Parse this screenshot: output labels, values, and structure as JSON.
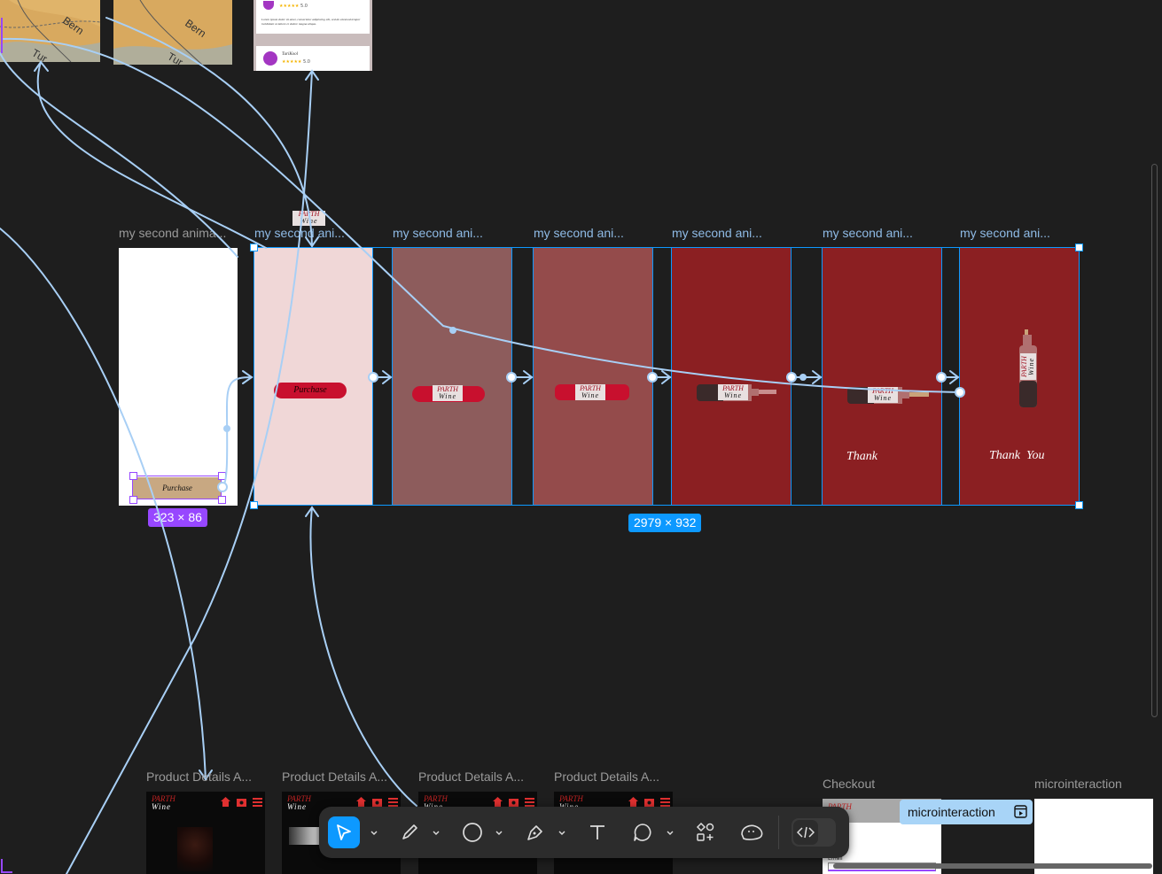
{
  "canvas": {
    "top_thumb": {
      "reviewer_name": "TuriKool",
      "rating": "5.0",
      "rating_top": "5.0",
      "review_text": "Lorem ipsum dolor sit amet, consectetur adipiscing elit, sed do eiusmod tempor incididunt ut labore et dolore magna aliqua."
    },
    "map_labels": [
      "Bern",
      "Bern",
      "Tur",
      "Tur"
    ],
    "floating_label": {
      "line1": "PARTH",
      "line2": "Wine"
    },
    "frames": [
      {
        "label": "my second anima..."
      },
      {
        "label": "my second ani..."
      },
      {
        "label": "my second ani..."
      },
      {
        "label": "my second ani..."
      },
      {
        "label": "my second ani..."
      },
      {
        "label": "my second ani..."
      },
      {
        "label": "my second ani..."
      }
    ],
    "purchase_label": "Purchase",
    "wine_brand": {
      "line1": "PARTH",
      "line2": "Wine"
    },
    "thank_partial": "Thank",
    "thank_full": "Thank  You",
    "size_badge_small": "323 × 86",
    "size_badge_large": "2979 × 932",
    "bottom_frames": [
      {
        "label": "Product Details A..."
      },
      {
        "label": "Product Details A..."
      },
      {
        "label": "Product Details A..."
      },
      {
        "label": "Product Details A..."
      }
    ],
    "checkout_label": "Checkout",
    "checkout_field": "Email",
    "microinteraction_label": "microinteraction",
    "prototype_chip": "microinteraction"
  },
  "toolbar": {
    "tools": [
      "move-tool",
      "pencil-tool",
      "ellipse-tool",
      "pen-tool",
      "text-tool",
      "comment-tool",
      "actions-tool",
      "shape-tool",
      "dev-mode-toggle"
    ]
  },
  "colors": {
    "canvas_bg": "#1e1e1e",
    "selection_blue": "#0d99ff",
    "flow_line": "#a8cff5",
    "component_purple": "#9747ff",
    "wine_red": "#8b1f22",
    "pink": "#f0d7d7",
    "purchase_red": "#c8102e"
  }
}
